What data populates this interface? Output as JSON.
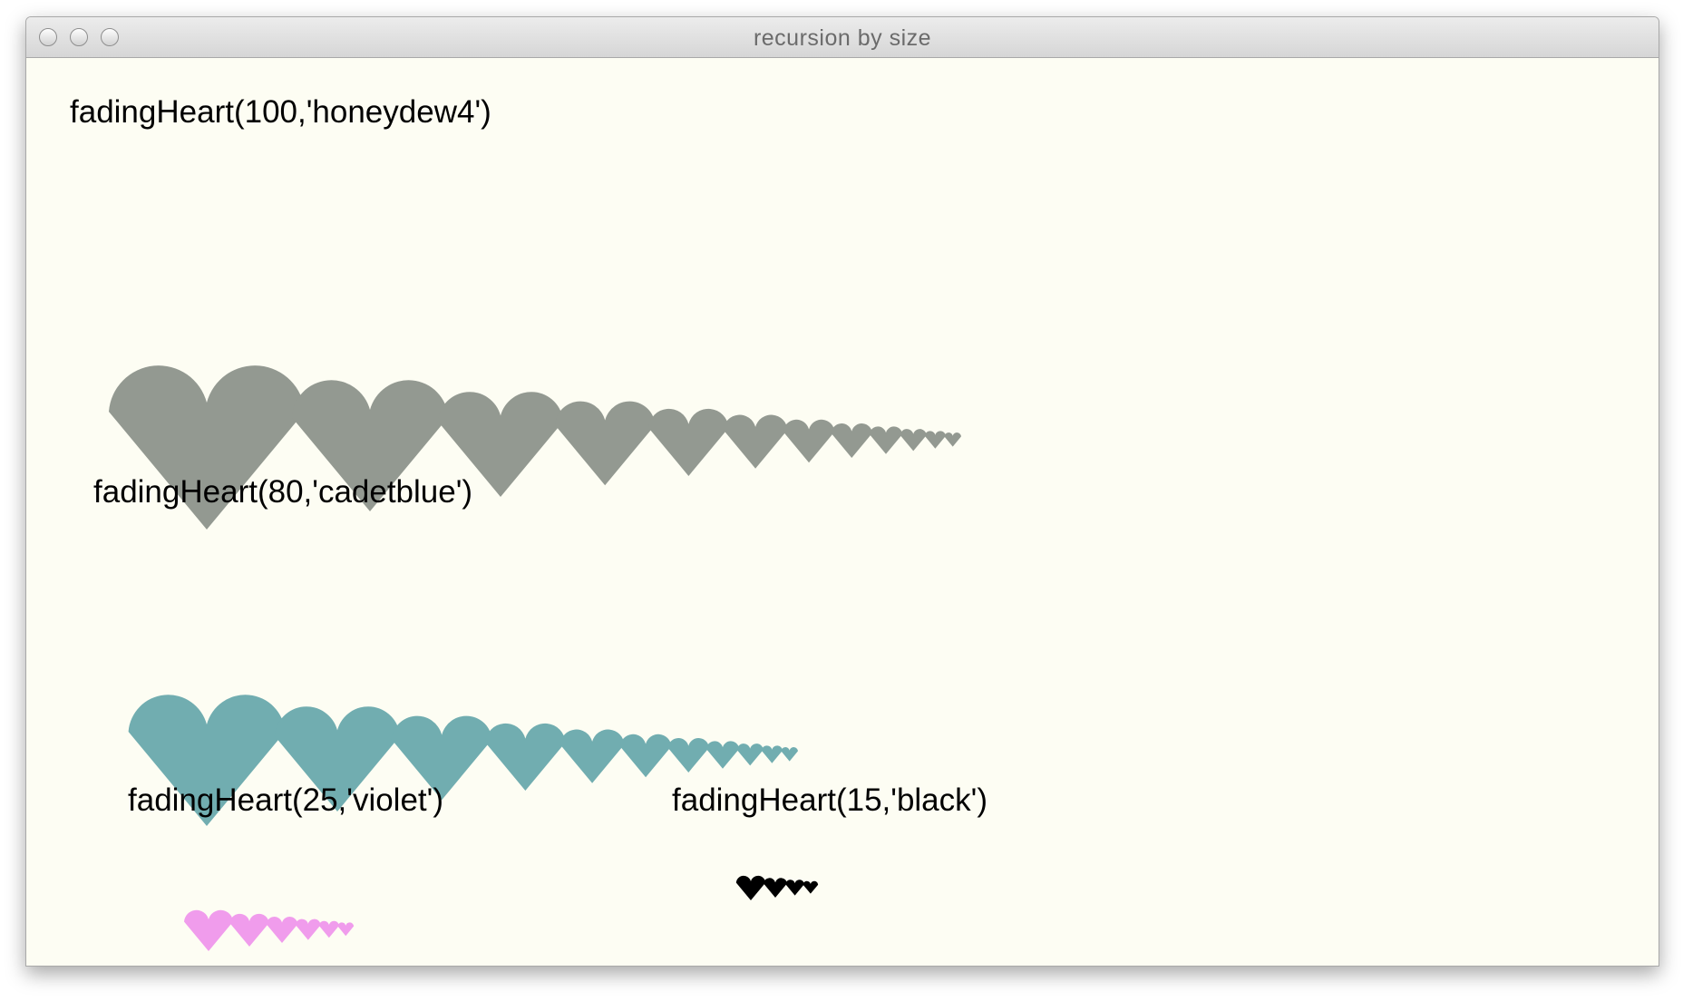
{
  "window": {
    "title": "recursion by size",
    "controls": [
      "close-button",
      "minimize-button",
      "zoom-button"
    ]
  },
  "canvas": {
    "background": "#fdfdf3",
    "groups": [
      {
        "label": "fadingHeart(100,'honeydew4')",
        "size": 100,
        "color": "#939991"
      },
      {
        "label": "fadingHeart(80,'cadetblue')",
        "size": 80,
        "color": "#71adb0"
      },
      {
        "label": "fadingHeart(25,'violet')",
        "size": 25,
        "color": "#f09cec"
      },
      {
        "label": "fadingHeart(15,'black')",
        "size": 15,
        "color": "#000000"
      }
    ]
  }
}
